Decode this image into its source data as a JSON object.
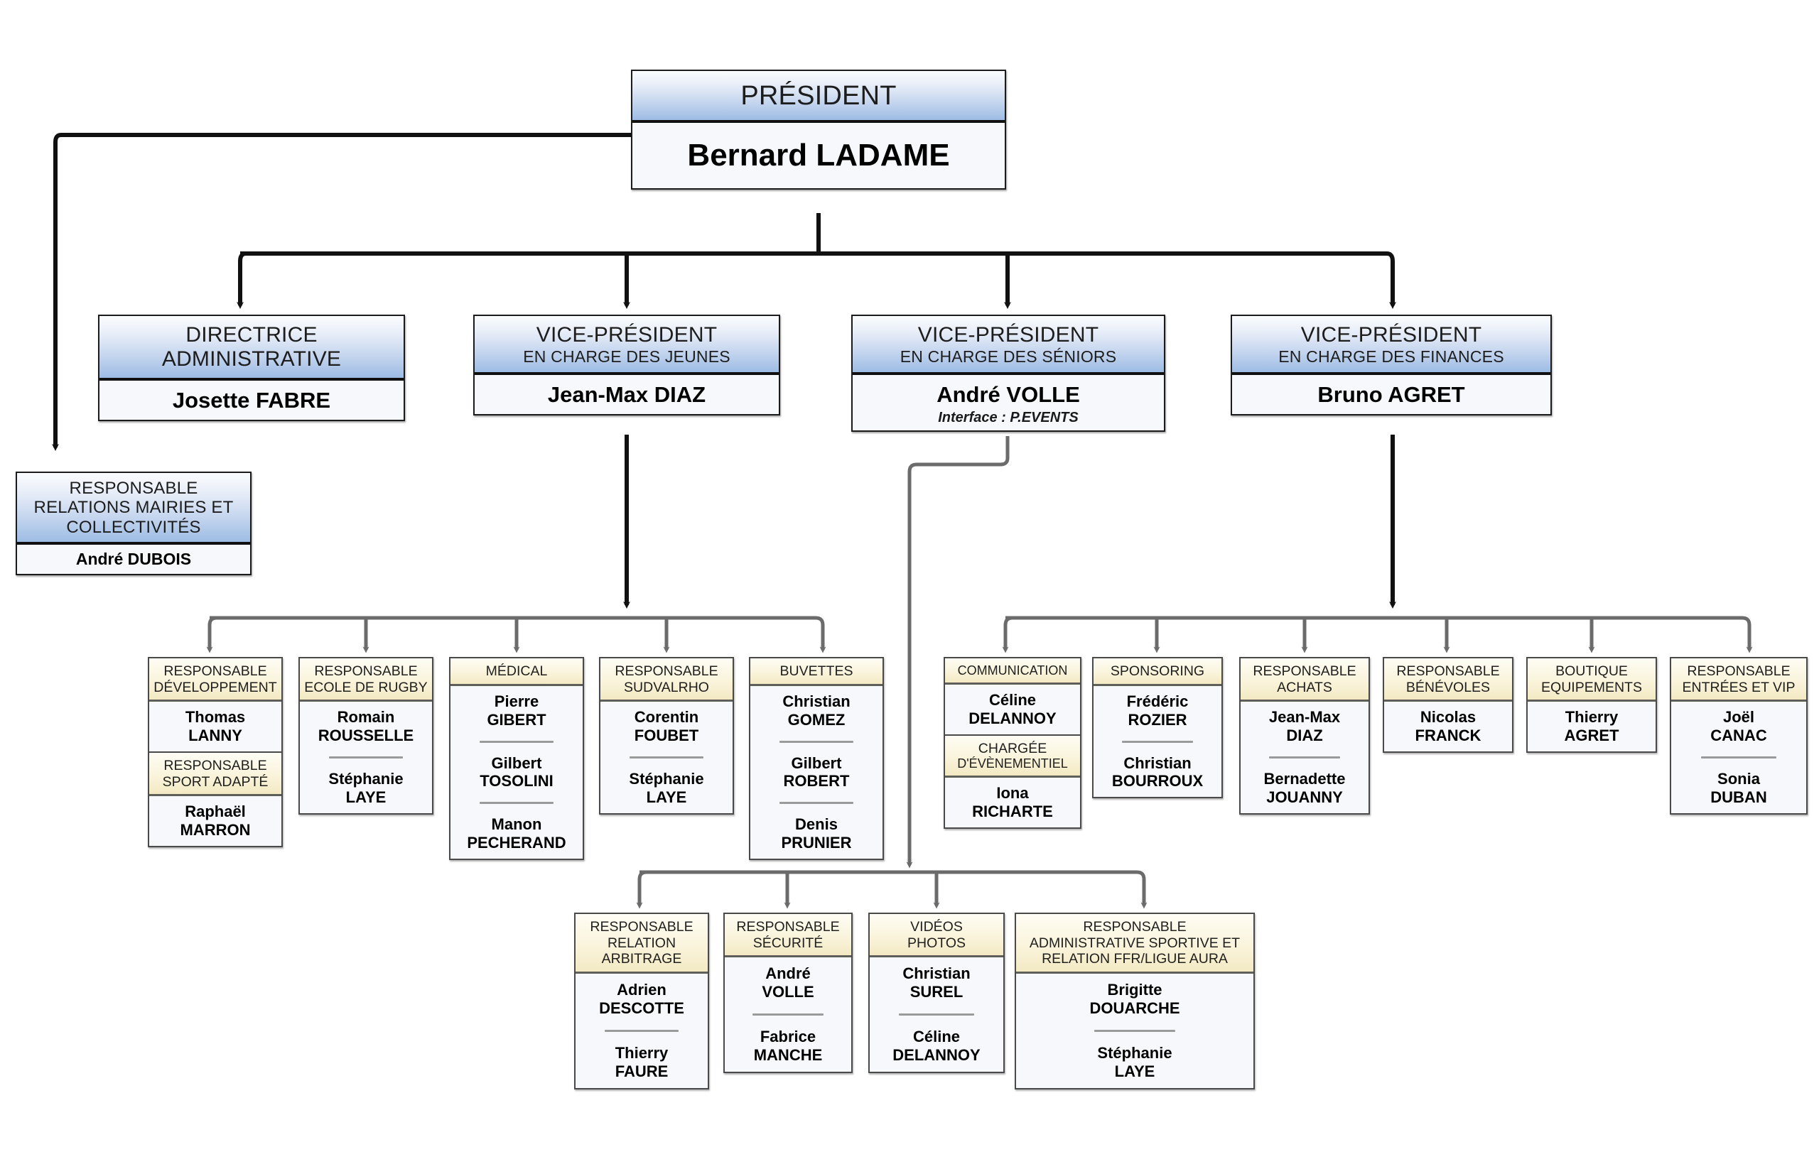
{
  "colors": {
    "blue_header_top": "#fbfcfe",
    "blue_header_bottom": "#9dbce4",
    "cream_header_top": "#fefdf4",
    "cream_header_bottom": "#f3e9c3",
    "body_bg": "#f7f8fc",
    "connector_dark": "#111111",
    "connector_gray": "#6b6b6b"
  },
  "president": {
    "title": "PRÉSIDENT",
    "name": "Bernard LADAME"
  },
  "relations_mairies": {
    "title_l1": "RESPONSABLE",
    "title_l2": "RELATIONS MAIRIES ET",
    "title_l3": "COLLECTIVITÉS",
    "name": "André DUBOIS"
  },
  "directors": [
    {
      "title_l1": "DIRECTRICE",
      "title_l2": "ADMINISTRATIVE",
      "name": "Josette FABRE",
      "note": ""
    },
    {
      "title_l1": "VICE-PRÉSIDENT",
      "title_l2": "EN CHARGE DES JEUNES",
      "name": "Jean-Max DIAZ",
      "note": ""
    },
    {
      "title_l1": "VICE-PRÉSIDENT",
      "title_l2": "EN CHARGE DES SÉNIORS",
      "name": "André VOLLE",
      "note": "Interface : P.EVENTS"
    },
    {
      "title_l1": "VICE-PRÉSIDENT",
      "title_l2": "EN CHARGE DES FINANCES",
      "name": "Bruno AGRET",
      "note": ""
    }
  ],
  "jeunes_units": [
    {
      "header_l1": "RESPONSABLE",
      "header_l2": "DÉVELOPPEMENT",
      "people_a": [
        "Thomas",
        "LANNY"
      ],
      "header2_l1": "RESPONSABLE",
      "header2_l2": "SPORT ADAPTÉ",
      "people_b": [
        "Raphaël",
        "MARRON"
      ]
    },
    {
      "header_l1": "RESPONSABLE",
      "header_l2": "ECOLE DE RUGBY",
      "people_a": [
        "Romain",
        "ROUSSELLE"
      ],
      "people_b": [
        "Stéphanie",
        "LAYE"
      ]
    },
    {
      "header_l1": "MÉDICAL",
      "header_l2": "",
      "people_a": [
        "Pierre",
        "GIBERT"
      ],
      "people_b": [
        "Gilbert",
        "TOSOLINI"
      ],
      "people_c": [
        "Manon",
        "PECHERAND"
      ]
    },
    {
      "header_l1": "RESPONSABLE",
      "header_l2": "SUDVALRHO",
      "people_a": [
        "Corentin",
        "FOUBET"
      ],
      "people_b": [
        "Stéphanie",
        "LAYE"
      ]
    },
    {
      "header_l1": "BUVETTES",
      "header_l2": "",
      "people_a": [
        "Christian",
        "GOMEZ"
      ],
      "people_b": [
        "Gilbert",
        "ROBERT"
      ],
      "people_c": [
        "Denis",
        "PRUNIER"
      ]
    }
  ],
  "finance_units": [
    {
      "header_l1": "COMMUNICATION",
      "header_l2": "",
      "people_a": [
        "Céline",
        "DELANNOY"
      ],
      "header2_l1": "CHARGÉE",
      "header2_l2": "D'ÉVÈNEMENTIEL",
      "people_b": [
        "Iona",
        "RICHARTE"
      ]
    },
    {
      "header_l1": "SPONSORING",
      "header_l2": "",
      "people_a": [
        "Frédéric",
        "ROZIER"
      ],
      "people_b": [
        "Christian",
        "BOURROUX"
      ]
    },
    {
      "header_l1": "RESPONSABLE",
      "header_l2": "ACHATS",
      "people_a": [
        "Jean-Max",
        "DIAZ"
      ],
      "people_b": [
        "Bernadette",
        "JOUANNY"
      ]
    },
    {
      "header_l1": "RESPONSABLE",
      "header_l2": "BÉNÉVOLES",
      "people_a": [
        "Nicolas",
        "FRANCK"
      ]
    },
    {
      "header_l1": "BOUTIQUE",
      "header_l2": "EQUIPEMENTS",
      "people_a": [
        "Thierry",
        "AGRET"
      ]
    },
    {
      "header_l1": "RESPONSABLE",
      "header_l2": "ENTRÉES ET VIP",
      "people_a": [
        "Joël",
        "CANAC"
      ],
      "people_b": [
        "Sonia",
        "DUBAN"
      ]
    }
  ],
  "seniors_units": [
    {
      "header_l1": "RESPONSABLE",
      "header_l2": "RELATION",
      "header_l3": "ARBITRAGE",
      "people_a": [
        "Adrien",
        "DESCOTTE"
      ],
      "people_b": [
        "Thierry",
        "FAURE"
      ]
    },
    {
      "header_l1": "RESPONSABLE",
      "header_l2": "SÉCURITÉ",
      "header_l3": "",
      "people_a": [
        "André",
        "VOLLE"
      ],
      "people_b": [
        "Fabrice",
        "MANCHE"
      ]
    },
    {
      "header_l1": "VIDÉOS",
      "header_l2": "PHOTOS",
      "header_l3": "",
      "people_a": [
        "Christian",
        "SUREL"
      ],
      "people_b": [
        "Céline",
        "DELANNOY"
      ]
    },
    {
      "header_l1": "RESPONSABLE",
      "header_l2": "ADMINISTRATIVE SPORTIVE ET",
      "header_l3": "RELATION FFR/LIGUE AURA",
      "people_a": [
        "Brigitte",
        "DOUARCHE"
      ],
      "people_b": [
        "Stéphanie",
        "LAYE"
      ]
    }
  ]
}
